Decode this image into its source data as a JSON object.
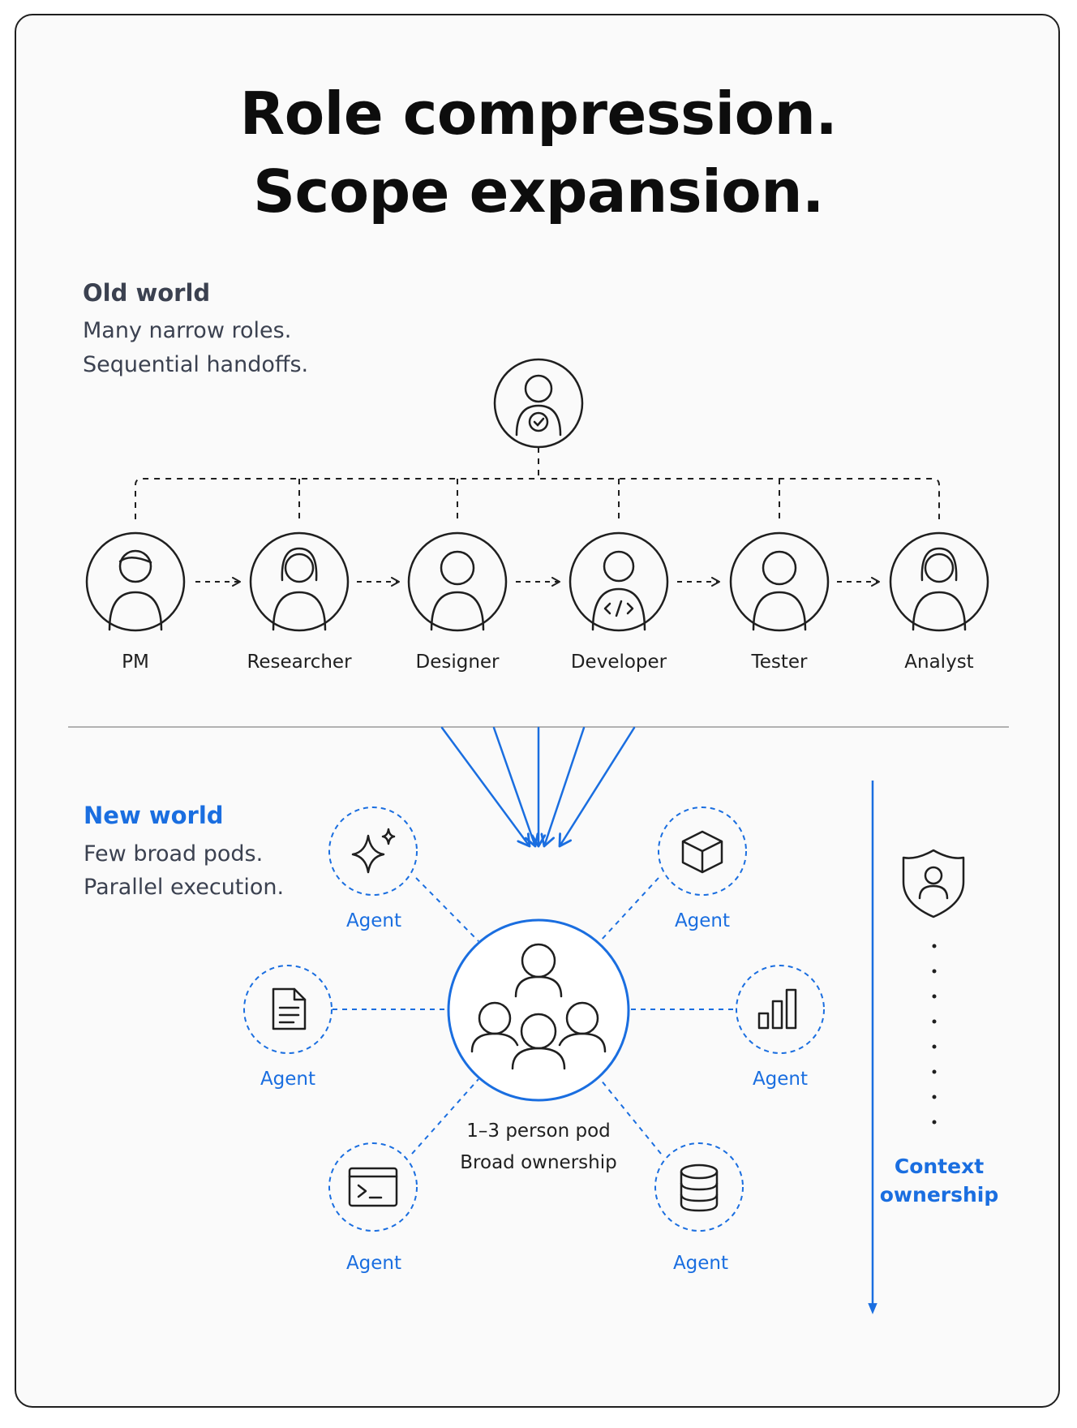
{
  "title": {
    "line1": "Role compression.",
    "line2": "Scope expansion."
  },
  "old_world": {
    "heading": "Old world",
    "line1": "Many narrow roles.",
    "line2": "Sequential handoffs.",
    "manager_icon": "person-check-icon",
    "roles": [
      {
        "label": "PM",
        "icon": "person-icon"
      },
      {
        "label": "Researcher",
        "icon": "person-long-hair-icon"
      },
      {
        "label": "Designer",
        "icon": "person-icon"
      },
      {
        "label": "Developer",
        "icon": "person-code-icon"
      },
      {
        "label": "Tester",
        "icon": "person-icon"
      },
      {
        "label": "Analyst",
        "icon": "person-long-hair-icon"
      }
    ]
  },
  "new_world": {
    "heading": "New world",
    "line1": "Few broad pods.",
    "line2": "Parallel execution.",
    "pod_line1": "1–3 person pod",
    "pod_line2": "Broad ownership",
    "pod_icon": "group-icon",
    "agents": [
      {
        "label": "Agent",
        "icon": "sparkle-icon"
      },
      {
        "label": "Agent",
        "icon": "cube-icon"
      },
      {
        "label": "Agent",
        "icon": "document-icon"
      },
      {
        "label": "Agent",
        "icon": "bar-chart-icon"
      },
      {
        "label": "Agent",
        "icon": "terminal-icon"
      },
      {
        "label": "Agent",
        "icon": "database-icon"
      }
    ],
    "context_line1": "Context",
    "context_line2": "ownership",
    "context_icon": "shield-person-icon"
  },
  "colors": {
    "ink": "#1f1f1f",
    "text": "#3b4150",
    "accent": "#1a6ee0",
    "divider": "#9a9a9a"
  }
}
